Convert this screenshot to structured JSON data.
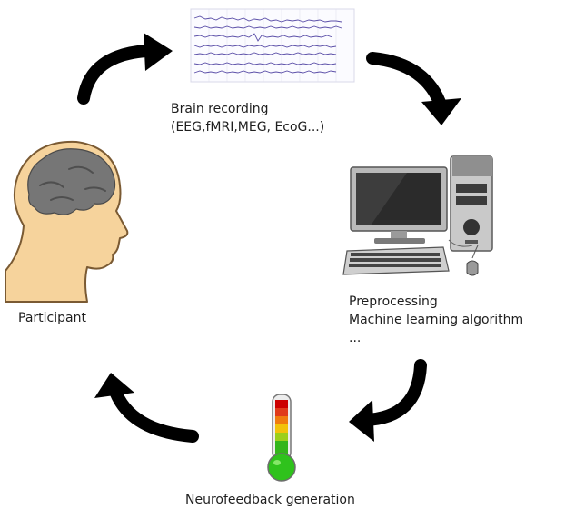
{
  "recording": {
    "title": "Brain recording",
    "subtitle": "(EEG,fMRI,MEG, EcoG...)"
  },
  "processing": {
    "line1": "Preprocessing",
    "line2": "Machine learning algorithm",
    "line3": "..."
  },
  "feedback": {
    "label": "Neurofeedback generation"
  },
  "participant": {
    "label": "Participant"
  },
  "colors": {
    "arrow": "#000000",
    "head_skin": "#f6d39c",
    "head_outline": "#7a5a33",
    "brain": "#767676",
    "eeg_trace": "#5b4fa8",
    "thermo_levels": [
      "#cc0000",
      "#e03a1a",
      "#f07b0e",
      "#f2c20a",
      "#9ccf1a",
      "#33b51a"
    ],
    "thermo_bulb": "#2fc21c"
  }
}
